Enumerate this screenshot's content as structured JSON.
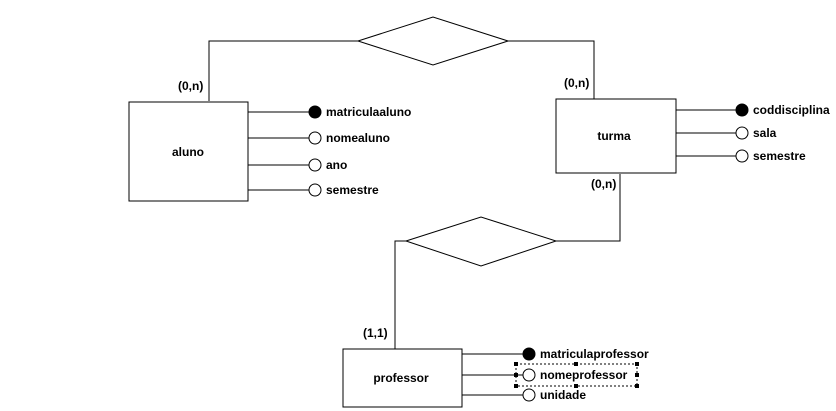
{
  "entities": [
    {
      "name": "aluno",
      "cardinality": "(0,n)"
    },
    {
      "name": "turma",
      "cardinality": "(0,n)"
    },
    {
      "name": "professor",
      "cardinality": "(1,1)"
    }
  ],
  "turma_second_cardinality": "(0,n)",
  "attributes": {
    "aluno": [
      "matriculaaluno",
      "nomealuno",
      "ano",
      "semestre"
    ],
    "turma": [
      "coddisciplina",
      "sala",
      "semestre"
    ],
    "professor": [
      "matriculaprofessor",
      "nomeprofessor",
      "unidade"
    ]
  },
  "key_attributes": [
    "matriculaaluno",
    "coddisciplina",
    "matriculaprofessor"
  ],
  "selected_attribute": "nomeprofessor"
}
